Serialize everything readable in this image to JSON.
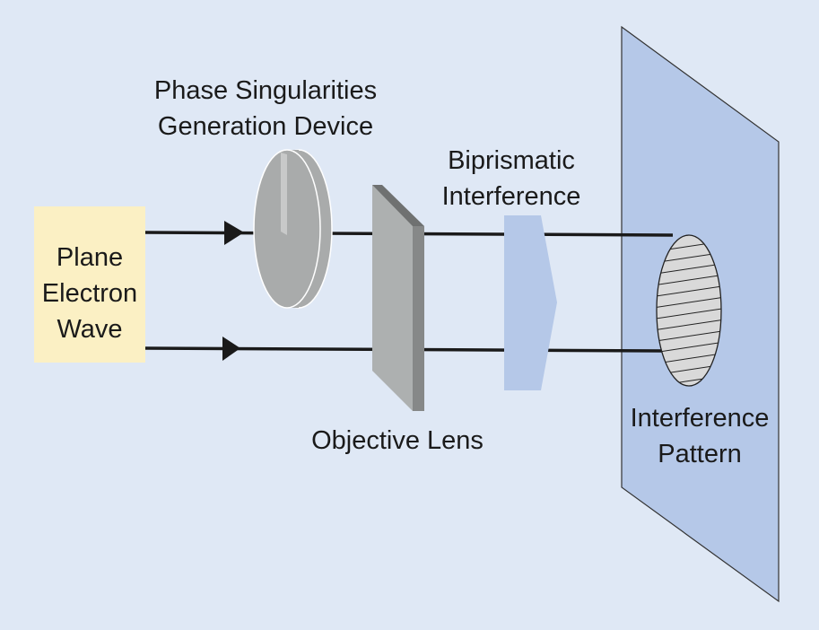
{
  "labels": {
    "source_line1": "Plane",
    "source_line2": "Electron",
    "source_line3": "Wave",
    "device_line1": "Phase Singularities",
    "device_line2": "Generation Device",
    "biprism_line1": "Biprismatic",
    "biprism_line2": "Interference",
    "lens": "Objective Lens",
    "pattern_line1": "Interference",
    "pattern_line2": "Pattern"
  },
  "colors": {
    "background": "#dfe8f5",
    "source_box": "#fbf0c4",
    "screen": "#b5c8e8",
    "biprism": "#b5c8e8",
    "optics_gray": "#a9abab",
    "pattern": "#d9d9d9"
  }
}
